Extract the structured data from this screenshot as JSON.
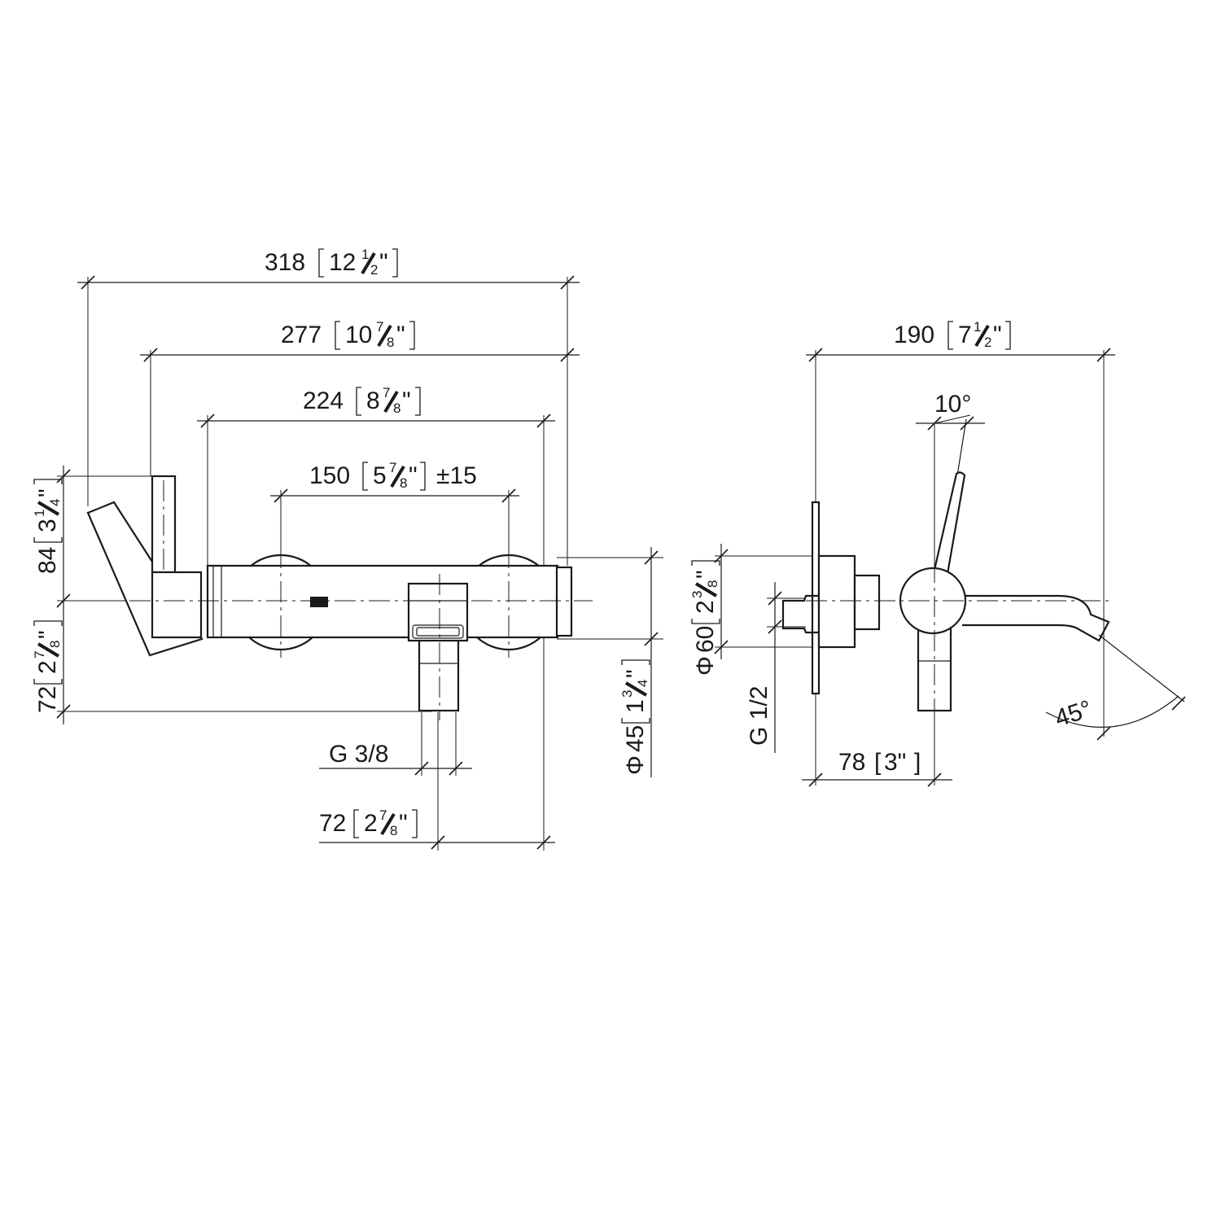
{
  "front_view": {
    "dim_overall": {
      "mm": "318",
      "whole": "12",
      "num": "1",
      "den": "2",
      "unit": "\""
    },
    "dim_277": {
      "mm": "277",
      "whole": "10",
      "num": "7",
      "den": "8",
      "unit": "\""
    },
    "dim_224": {
      "mm": "224",
      "whole": "8",
      "num": "7",
      "den": "8",
      "unit": "\""
    },
    "dim_150": {
      "mm": "150",
      "whole": "5",
      "num": "7",
      "den": "8",
      "unit": "\"",
      "tolerance": "±15"
    },
    "dim_84": {
      "mm": "84",
      "whole": "3",
      "num": "1",
      "den": "4",
      "unit": "\""
    },
    "dim_72_left": {
      "mm": "72",
      "whole": "2",
      "num": "7",
      "den": "8",
      "unit": "\""
    },
    "dim_45": {
      "dia": "Φ",
      "mm": "45",
      "whole": "1",
      "num": "3",
      "den": "4",
      "unit": "\""
    },
    "thread_outlet": "G 3/8",
    "dim_72_bottom": {
      "mm": "72",
      "whole": "2",
      "num": "7",
      "den": "8",
      "unit": "\""
    }
  },
  "side_view": {
    "dim_190": {
      "mm": "190",
      "whole": "7",
      "num": "1",
      "den": "2",
      "unit": "\""
    },
    "angle_lever": "10°",
    "dim_60": {
      "dia": "Φ",
      "mm": "60",
      "whole": "2",
      "num": "3",
      "den": "8",
      "unit": "\""
    },
    "thread_inlet": "G 1/2",
    "dim_78": {
      "mm": "78",
      "open": "[",
      "value": "3\"",
      "close": "]"
    },
    "angle_spout": "45°"
  }
}
